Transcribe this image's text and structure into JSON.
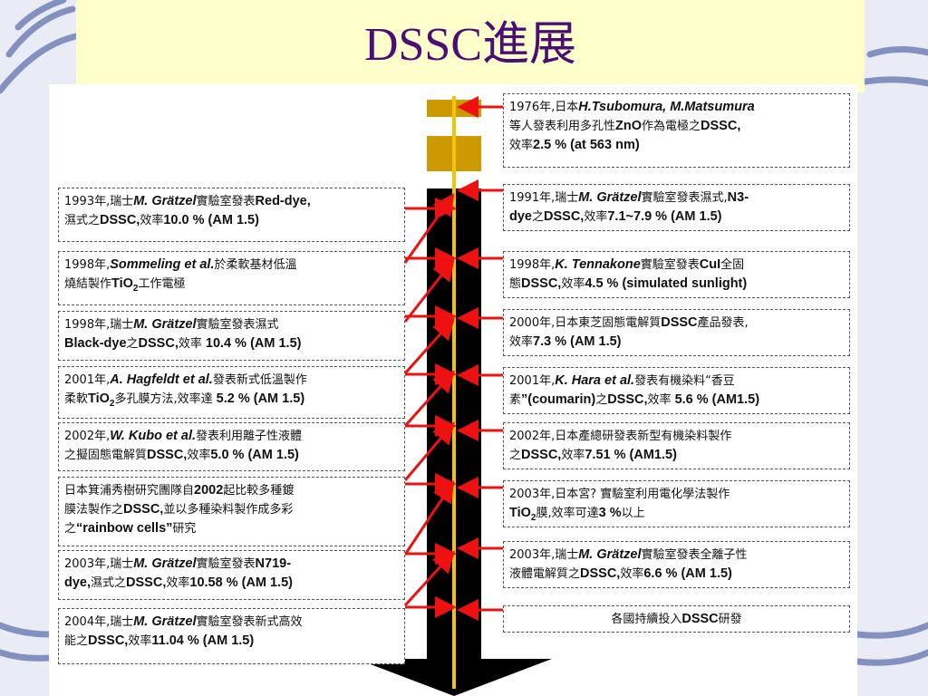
{
  "title": "DSSC進展",
  "colors": {
    "title_band": "#ffffcc",
    "title_text": "#4b0f73",
    "arrow": "#ee1111",
    "timeline": "#000000",
    "axis": "#f5c400",
    "early_block": "#cc9900"
  },
  "right_boxes": [
    {
      "l1": [
        [
          "c",
          "1976年,日本"
        ],
        [
          "i",
          "H.Tsubomura, M.Matsumura"
        ]
      ],
      "l2": [
        [
          "c",
          "等人發表利用多孔性"
        ],
        [
          "t",
          "ZnO"
        ],
        [
          "c",
          "作為電極之"
        ],
        [
          "t",
          "DSSC,"
        ]
      ],
      "l3": [
        [
          "c",
          "效率"
        ],
        [
          "t",
          "2.5 % (at 563 nm)"
        ]
      ]
    },
    {
      "l1": [
        [
          "c",
          "1991年,瑞士"
        ],
        [
          "i",
          "M. Grätzel"
        ],
        [
          "c",
          "實驗室發表濕式,"
        ],
        [
          "t",
          "N3-"
        ]
      ],
      "l2": [
        [
          "t",
          "dye"
        ],
        [
          "c",
          "之"
        ],
        [
          "t",
          "DSSC,"
        ],
        [
          "c",
          "效率"
        ],
        [
          "t",
          "7.1~7.9 % (AM 1.5)"
        ]
      ]
    },
    {
      "l1": [
        [
          "c",
          "1998年,"
        ],
        [
          "i",
          "K. Tennakone"
        ],
        [
          "c",
          "實驗室發表"
        ],
        [
          "t",
          "CuI"
        ],
        [
          "c",
          "全固"
        ]
      ],
      "l2": [
        [
          "c",
          "態"
        ],
        [
          "t",
          "DSSC,"
        ],
        [
          "c",
          "效率"
        ],
        [
          "t",
          "4.5 % (simulated sunlight)"
        ]
      ]
    },
    {
      "l1": [
        [
          "c",
          "2000年,日本東芝固態電解質"
        ],
        [
          "t",
          "DSSC"
        ],
        [
          "c",
          "產品發表,"
        ]
      ],
      "l2": [
        [
          "c",
          "效率"
        ],
        [
          "t",
          "7.3 % (AM 1.5)"
        ]
      ]
    },
    {
      "l1": [
        [
          "c",
          "2001年,"
        ],
        [
          "i",
          "K. Hara et al."
        ],
        [
          "c",
          "發表有機染料“香豆"
        ]
      ],
      "l2": [
        [
          "c",
          "素"
        ],
        [
          "t",
          "”(coumarin)"
        ],
        [
          "c",
          "之"
        ],
        [
          "t",
          "DSSC,"
        ],
        [
          "c",
          "效率"
        ],
        [
          "t",
          " 5.6 % (AM1.5)"
        ]
      ]
    },
    {
      "l1": [
        [
          "c",
          "2002年,日本產總研發表新型有機染料製作"
        ]
      ],
      "l2": [
        [
          "c",
          "之"
        ],
        [
          "t",
          "DSSC,"
        ],
        [
          "c",
          "效率"
        ],
        [
          "t",
          "7.51 % (AM1.5)"
        ]
      ]
    },
    {
      "l1": [
        [
          "c",
          "2003年,日本宮? 實驗室利用電化學法製作"
        ]
      ],
      "l2": [
        [
          "t",
          "TiO"
        ],
        [
          "s",
          "2"
        ],
        [
          "c",
          "膜,效率可達"
        ],
        [
          "t",
          "3 %"
        ],
        [
          "c",
          "以上"
        ]
      ]
    },
    {
      "l1": [
        [
          "c",
          "2003年,瑞士"
        ],
        [
          "i",
          "M. Grätzel"
        ],
        [
          "c",
          "實驗室發表全離子性"
        ]
      ],
      "l2": [
        [
          "c",
          "液體電解質之"
        ],
        [
          "t",
          "DSSC,"
        ],
        [
          "c",
          "效率"
        ],
        [
          "t",
          "6.6 % (AM 1.5)"
        ]
      ]
    },
    {
      "l1": [
        [
          "c",
          "各國持續投入"
        ],
        [
          "t",
          "DSSC"
        ],
        [
          "c",
          "研發"
        ]
      ]
    }
  ],
  "left_boxes": [
    {
      "l1": [
        [
          "c",
          "1993年,瑞士"
        ],
        [
          "i",
          "M. Grätzel"
        ],
        [
          "c",
          "實驗室發表"
        ],
        [
          "t",
          "Red-dye,"
        ]
      ],
      "l2": [
        [
          "c",
          "濕式之"
        ],
        [
          "t",
          "DSSC,"
        ],
        [
          "c",
          "效率"
        ],
        [
          "t",
          "10.0 % (AM 1.5)"
        ]
      ]
    },
    {
      "l1": [
        [
          "c",
          "1998年,"
        ],
        [
          "i",
          "Sommeling et al."
        ],
        [
          "c",
          "於柔軟基材低溫"
        ]
      ],
      "l2": [
        [
          "c",
          "燒結製作"
        ],
        [
          "t",
          "TiO"
        ],
        [
          "s",
          "2"
        ],
        [
          "c",
          "工作電極"
        ]
      ]
    },
    {
      "l1": [
        [
          "c",
          "1998年,瑞士"
        ],
        [
          "i",
          "M. Grätzel"
        ],
        [
          "c",
          "實驗室發表濕式"
        ]
      ],
      "l2": [
        [
          "t",
          "Black-dye"
        ],
        [
          "c",
          "之"
        ],
        [
          "t",
          "DSSC,"
        ],
        [
          "c",
          "效率"
        ],
        [
          "t",
          " 10.4 % (AM 1.5)"
        ]
      ]
    },
    {
      "l1": [
        [
          "c",
          "2001年,"
        ],
        [
          "i",
          "A. Hagfeldt et al."
        ],
        [
          "c",
          "發表新式低溫製作"
        ]
      ],
      "l2": [
        [
          "c",
          "柔軟"
        ],
        [
          "t",
          "TiO"
        ],
        [
          "s",
          "2"
        ],
        [
          "c",
          "多孔膜方法,效率達"
        ],
        [
          "t",
          " 5.2 % (AM 1.5)"
        ]
      ]
    },
    {
      "l1": [
        [
          "c",
          "2002年,"
        ],
        [
          "i",
          "W. Kubo et al."
        ],
        [
          "c",
          "發表利用離子性液體"
        ]
      ],
      "l2": [
        [
          "c",
          "之擬固態電解質"
        ],
        [
          "t",
          "DSSC,"
        ],
        [
          "c",
          "效率"
        ],
        [
          "t",
          "5.0 % (AM 1.5)"
        ]
      ]
    },
    {
      "l1": [
        [
          "c",
          "日本箕浦秀樹研究團隊自"
        ],
        [
          "t",
          "2002"
        ],
        [
          "c",
          "起比較多種鍍"
        ]
      ],
      "l2": [
        [
          "c",
          "膜法製作之"
        ],
        [
          "t",
          "DSSC,"
        ],
        [
          "c",
          "並以多種染料製作成多彩"
        ]
      ],
      "l3": [
        [
          "c",
          "之"
        ],
        [
          "t",
          "“rainbow cells”"
        ],
        [
          "c",
          "研究"
        ]
      ]
    },
    {
      "l1": [
        [
          "c",
          "2003年,瑞士"
        ],
        [
          "i",
          "M. Grätzel"
        ],
        [
          "c",
          "實驗室發表"
        ],
        [
          "t",
          "N719-"
        ]
      ],
      "l2": [
        [
          "t",
          "dye,"
        ],
        [
          "c",
          "濕式之"
        ],
        [
          "t",
          "DSSC,"
        ],
        [
          "c",
          "效率"
        ],
        [
          "t",
          "10.58 % (AM 1.5)"
        ]
      ]
    },
    {
      "l1": [
        [
          "c",
          "2004年,瑞士"
        ],
        [
          "i",
          "M. Grätzel"
        ],
        [
          "c",
          "實驗室發表新式高效"
        ]
      ],
      "l2": [
        [
          "c",
          "能之"
        ],
        [
          "t",
          "DSSC,"
        ],
        [
          "c",
          "效率"
        ],
        [
          "t",
          "11.04 % (AM 1.5)"
        ]
      ]
    }
  ]
}
